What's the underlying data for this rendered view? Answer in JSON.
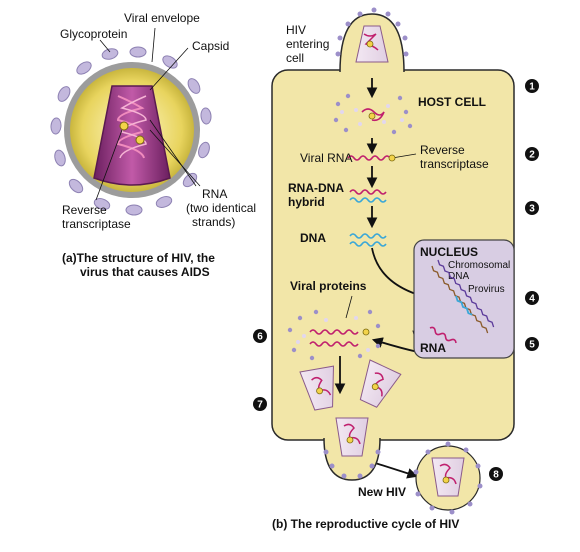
{
  "structure": {
    "labels": {
      "glycoprotein": "Glycoprotein",
      "viral_envelope": "Viral envelope",
      "capsid": "Capsid",
      "rna": "RNA",
      "rna_note_1": "(two identical",
      "rna_note_2": "strands)",
      "reverse_transcriptase_1": "Reverse",
      "reverse_transcriptase_2": "transcriptase"
    },
    "caption_lines": [
      "(a)The structure of HIV, the",
      "virus that causes AIDS"
    ]
  },
  "cycle": {
    "labels": {
      "hiv_entering_1": "HIV",
      "hiv_entering_2": "entering",
      "hiv_entering_3": "cell",
      "host_cell": "HOST CELL",
      "viral_rna": "Viral RNA",
      "reverse_transcriptase_1": "Reverse",
      "reverse_transcriptase_2": "transcriptase",
      "rna_dna_hybrid_1": "RNA-DNA",
      "rna_dna_hybrid_2": "hybrid",
      "dna": "DNA",
      "nucleus": "NUCLEUS",
      "chromosomal_dna_1": "Chromosomal",
      "chromosomal_dna_2": "DNA",
      "provirus": "Provirus",
      "viral_proteins": "Viral proteins",
      "rna": "RNA",
      "new_hiv": "New HIV"
    },
    "steps": [
      "1",
      "2",
      "3",
      "4",
      "5",
      "6",
      "7",
      "8"
    ],
    "caption": "(b) The reproductive cycle of HIV"
  },
  "colors": {
    "cell_fill": "#f2e6a8",
    "cell_stroke": "#2a2a2a",
    "nucleus_fill": "#d8cde3",
    "rna_strand": "#c0206e",
    "dna_strand": "#3aa7d8",
    "capsid_fill": "#9a2f86",
    "glycoprotein": "#b9aed6",
    "envelope_yellow": "#e9d86a",
    "arrow": "#111111"
  }
}
